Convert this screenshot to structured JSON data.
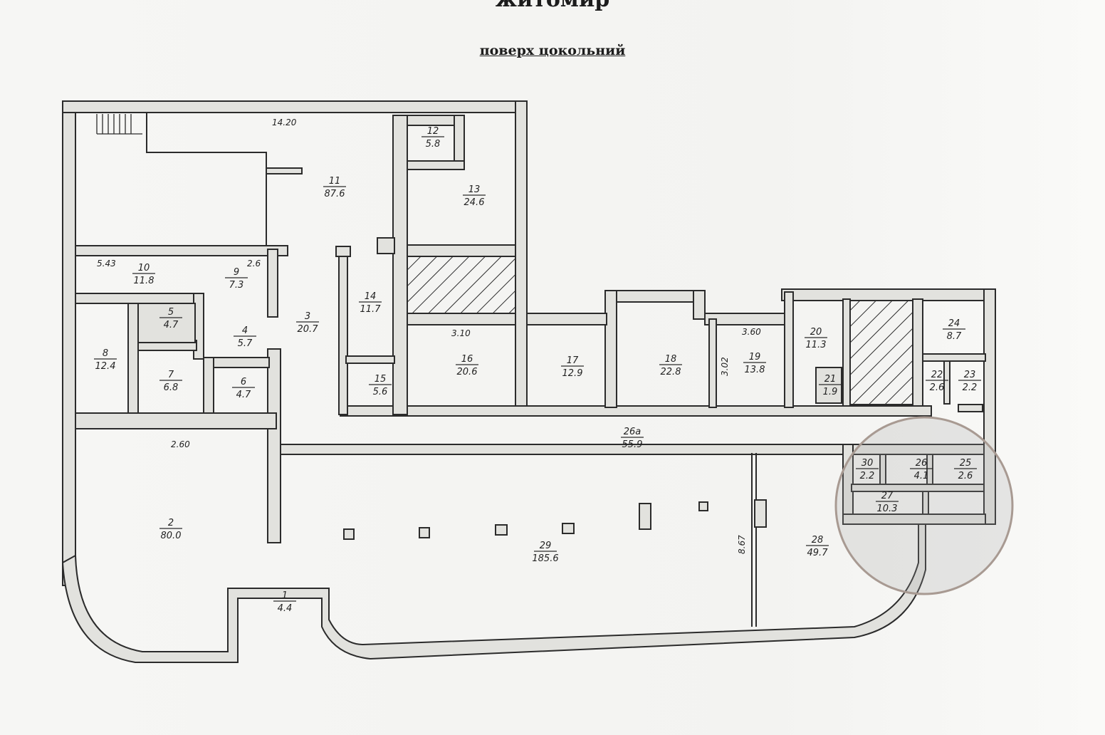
{
  "header": {
    "title_partial": "житомир",
    "subtitle": "поверх цокольний"
  },
  "rooms": [
    {
      "num": "1",
      "area": "4.4"
    },
    {
      "num": "2",
      "area": "80.0"
    },
    {
      "num": "3",
      "area": "20.7"
    },
    {
      "num": "4",
      "area": "5.7"
    },
    {
      "num": "5",
      "area": "4.7"
    },
    {
      "num": "6",
      "area": "4.7"
    },
    {
      "num": "7",
      "area": "6.8"
    },
    {
      "num": "8",
      "area": "12.4"
    },
    {
      "num": "9",
      "area": "7.3"
    },
    {
      "num": "10",
      "area": "11.8"
    },
    {
      "num": "11",
      "area": "87.6"
    },
    {
      "num": "12",
      "area": "5.8"
    },
    {
      "num": "13",
      "area": "24.6"
    },
    {
      "num": "14",
      "area": "11.7"
    },
    {
      "num": "15",
      "area": "5.6"
    },
    {
      "num": "16",
      "area": "20.6"
    },
    {
      "num": "17",
      "area": "12.9"
    },
    {
      "num": "18",
      "area": "22.8"
    },
    {
      "num": "19",
      "area": "13.8"
    },
    {
      "num": "20",
      "area": "11.3"
    },
    {
      "num": "21",
      "area": "1.9"
    },
    {
      "num": "22",
      "area": "2.6"
    },
    {
      "num": "23",
      "area": "2.2"
    },
    {
      "num": "24",
      "area": "8.7"
    },
    {
      "num": "25",
      "area": "2.6"
    },
    {
      "num": "26",
      "area": "4.1"
    },
    {
      "num": "26а",
      "area": "55.9"
    },
    {
      "num": "27",
      "area": "10.3"
    },
    {
      "num": "28",
      "area": "49.7"
    },
    {
      "num": "29",
      "area": "185.6"
    },
    {
      "num": "30",
      "area": "2.2"
    }
  ],
  "dimensions": {
    "top": "14.20",
    "room10": "5.43",
    "room9": "2.6",
    "room2": "2.60",
    "room16": "3.10",
    "room19w": "3.60",
    "room19h": "3.02",
    "room29h": "8.67"
  }
}
